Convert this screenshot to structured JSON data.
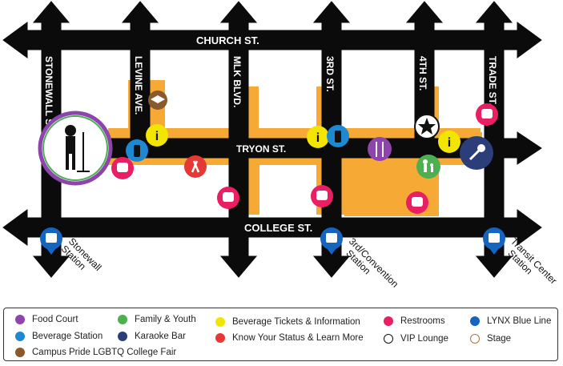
{
  "streets": {
    "church": "CHURCH ST.",
    "tryon": "TRYON ST.",
    "college": "COLLEGE ST.",
    "stonewall": "STONEWALL ST.",
    "levine": "LEVINE AVE.",
    "mlk": "MLK BLVD.",
    "third": "3RD ST.",
    "fourth": "4TH ST.",
    "trade": "TRADE ST."
  },
  "stations": {
    "stonewall": [
      "Stonewall",
      "Station"
    ],
    "convention": [
      "3rd/Convention",
      "Station"
    ],
    "transit": [
      "Transit Center",
      "Station"
    ]
  },
  "legend": [
    {
      "label": "Food Court",
      "color": "#8e44ad",
      "icon": "fork-knife-icon"
    },
    {
      "label": "Beverage Station",
      "color": "#1e88d0",
      "icon": "bottle-icon"
    },
    {
      "label": "Campus Pride LGBTQ College Fair",
      "color": "#8b5a2b",
      "icon": "graduation-cap-icon"
    },
    {
      "label": "Family & Youth",
      "color": "#4caf50",
      "icon": "family-icon"
    },
    {
      "label": "Karaoke Bar",
      "color": "#2c3e7a",
      "icon": "microphone-icon"
    },
    {
      "label": "Beverage Tickets & Information",
      "color": "#f2e600",
      "icon": "info-icon"
    },
    {
      "label": "Know Your Status & Learn More",
      "color": "#e53935",
      "icon": "ribbon-icon"
    },
    {
      "label": "Restrooms",
      "color": "#e91e63",
      "icon": "toilet-icon"
    },
    {
      "label": "VIP Lounge",
      "color": "#222222",
      "icon": "star-icon"
    },
    {
      "label": "LYNX Blue Line",
      "color": "#1565c0",
      "icon": "train-icon"
    },
    {
      "label": "Stage",
      "color": "#aa7744",
      "icon": "stage-icon"
    }
  ],
  "colors": {
    "street": "#0b0b0b",
    "festival_area": "#f7a935"
  }
}
